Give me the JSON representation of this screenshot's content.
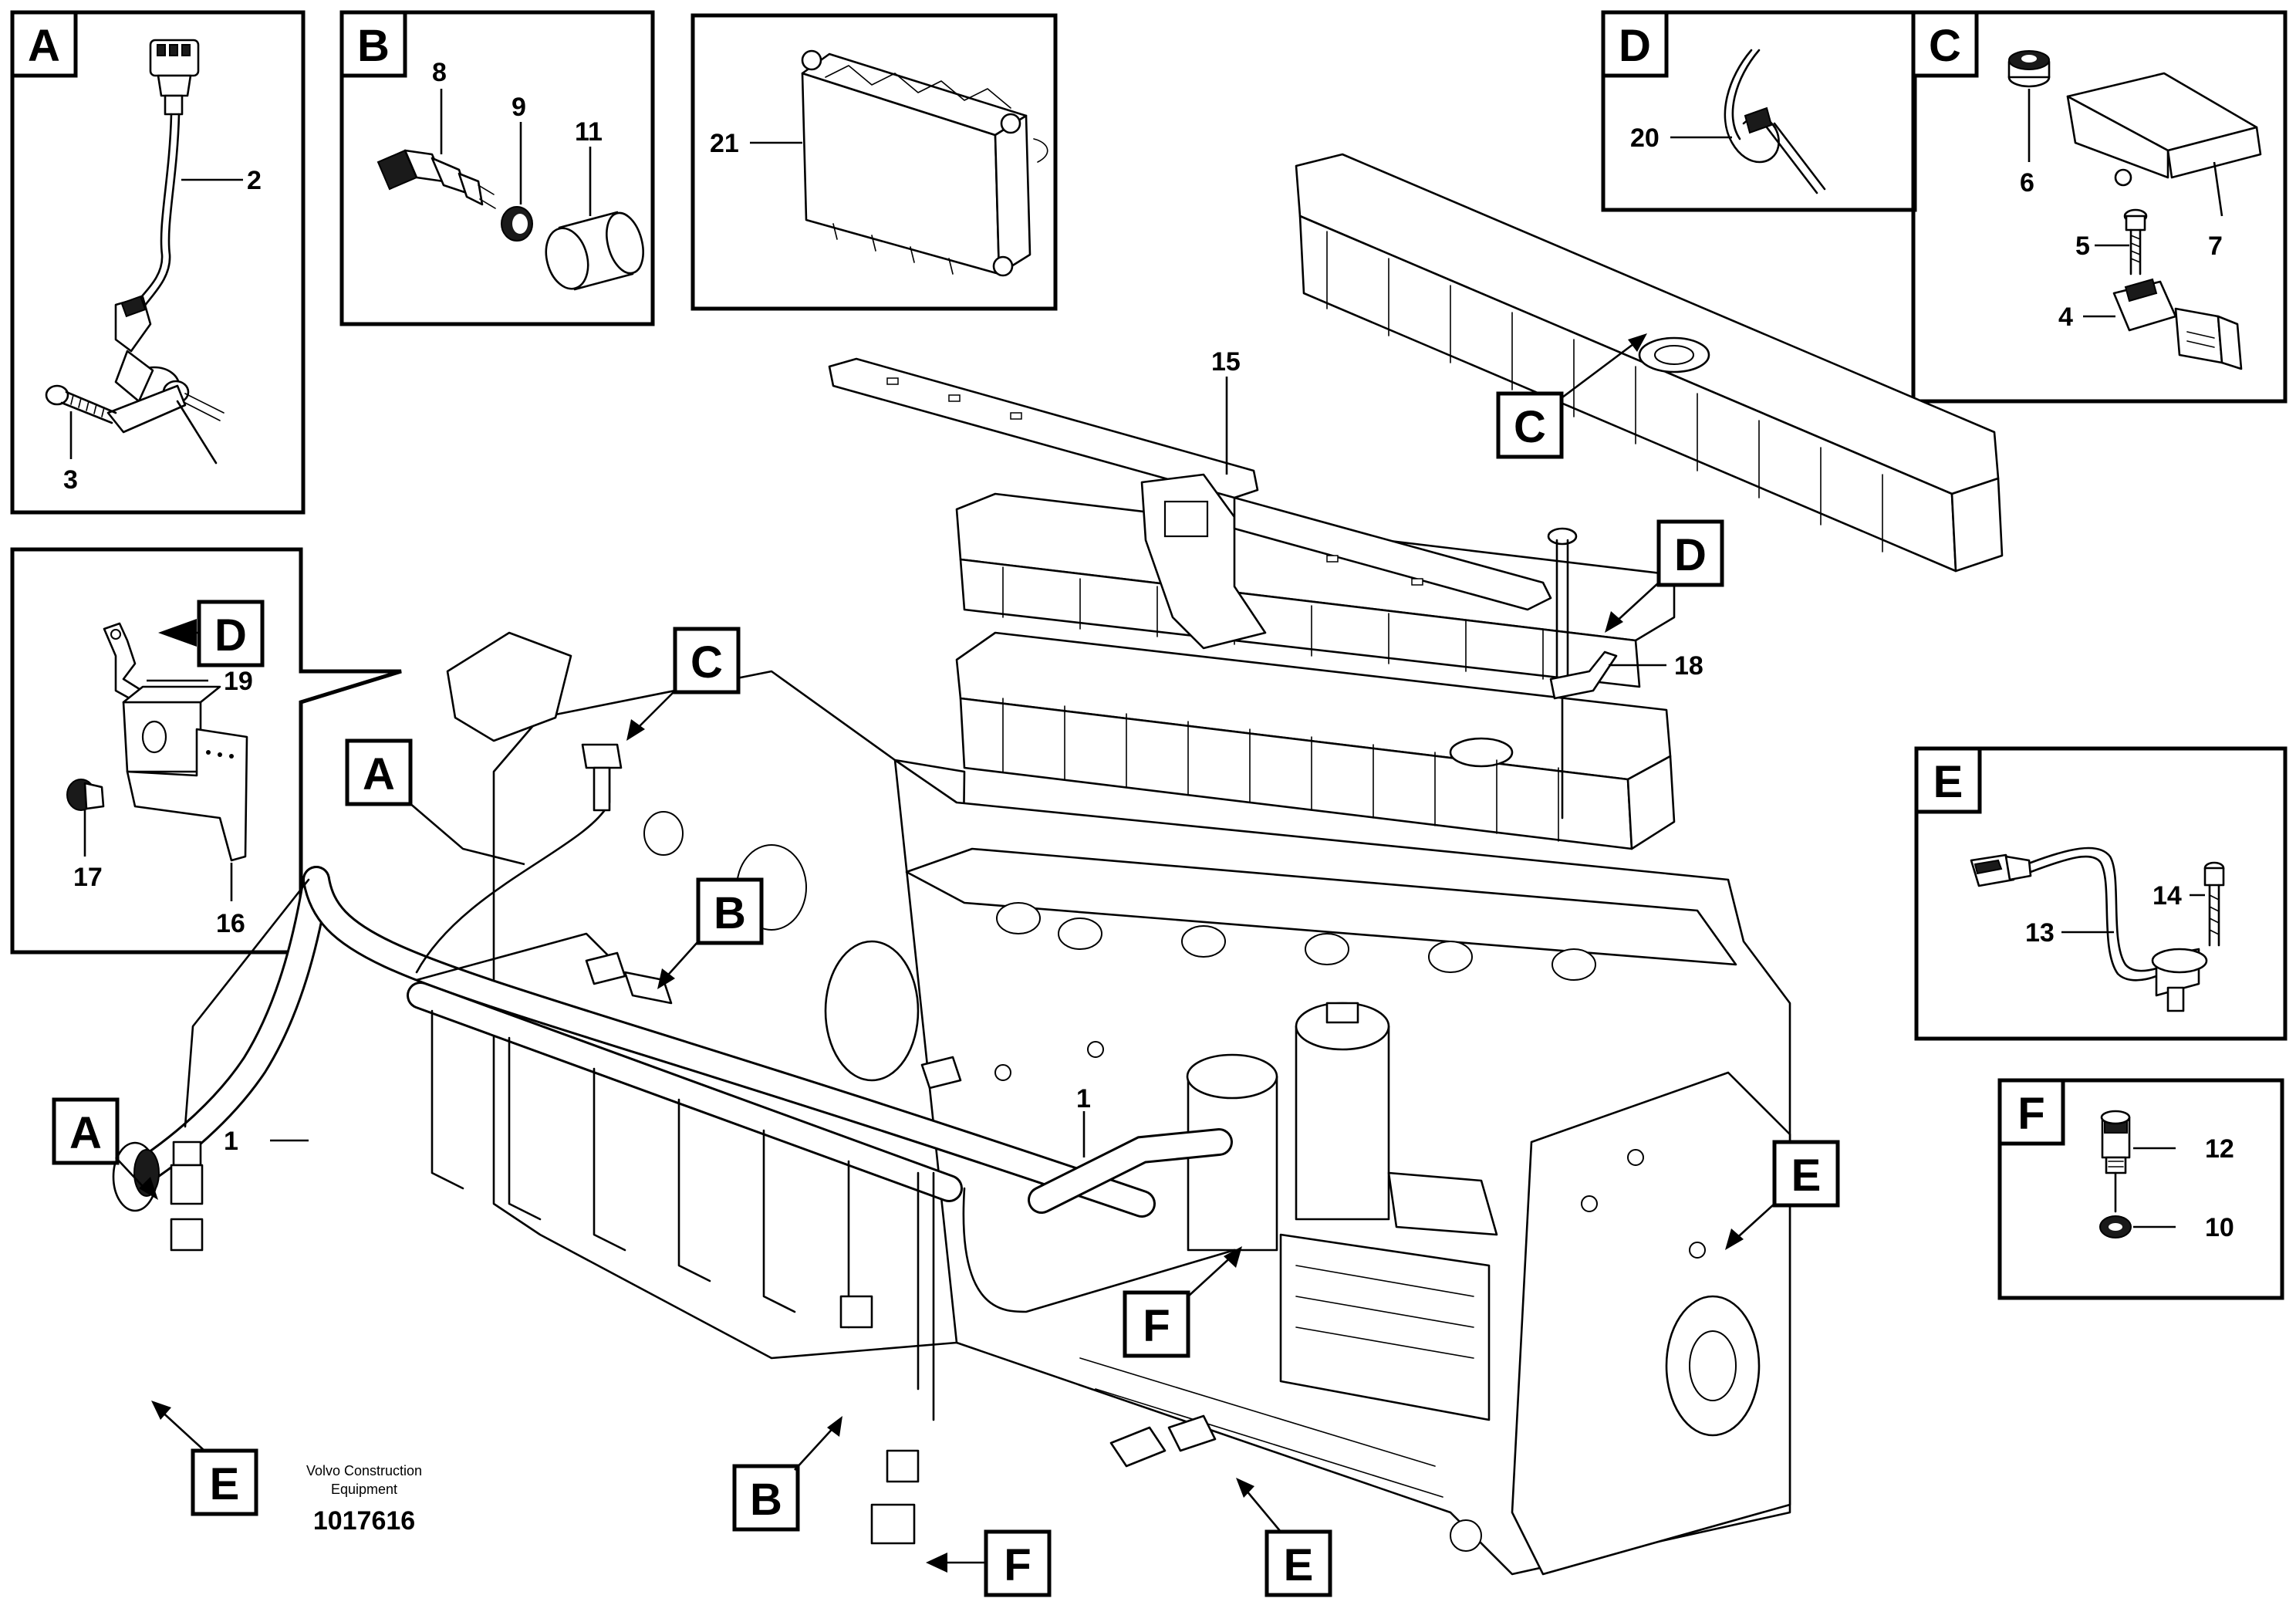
{
  "detail_views": {
    "A": {
      "tag": "A",
      "parts": {
        "sensor_cable": "2",
        "screw": "3"
      }
    },
    "B": {
      "tag": "B",
      "parts": {
        "sensor": "8",
        "seal": "9",
        "sleeve": "11"
      }
    },
    "control_unit": {
      "parts": {
        "ecu": "21"
      }
    },
    "D": {
      "tag": "D",
      "parts": {
        "cable_tie": "20"
      }
    },
    "C": {
      "tag": "C",
      "parts": {
        "grommet": "6",
        "bracket": "7",
        "screw": "5",
        "sensor": "4"
      }
    },
    "D_bracket": {
      "tag": "D",
      "parts": {
        "clip": "19",
        "nut": "17",
        "bracket": "16"
      }
    },
    "E": {
      "tag": "E",
      "parts": {
        "sensor_cable": "13",
        "screw": "14"
      }
    },
    "F": {
      "tag": "F",
      "parts": {
        "sensor": "12",
        "washer": "10"
      }
    }
  },
  "main_view": {
    "part_labels": {
      "harness": "1",
      "harness_branch": "1",
      "cover": "15",
      "holder": "18"
    },
    "callouts": {
      "A_upper": "A",
      "A_lower": "A",
      "B_upper": "B",
      "B_lower": "B",
      "C_upper": "C",
      "C_manifold": "C",
      "D_upper": "D",
      "E_left": "E",
      "E_right": "E",
      "E_bottom": "E",
      "F_middle": "F",
      "F_bottom": "F"
    }
  },
  "footer": {
    "brand_line1": "Volvo Construction",
    "brand_line2": "Equipment",
    "document_number": "1017616"
  }
}
